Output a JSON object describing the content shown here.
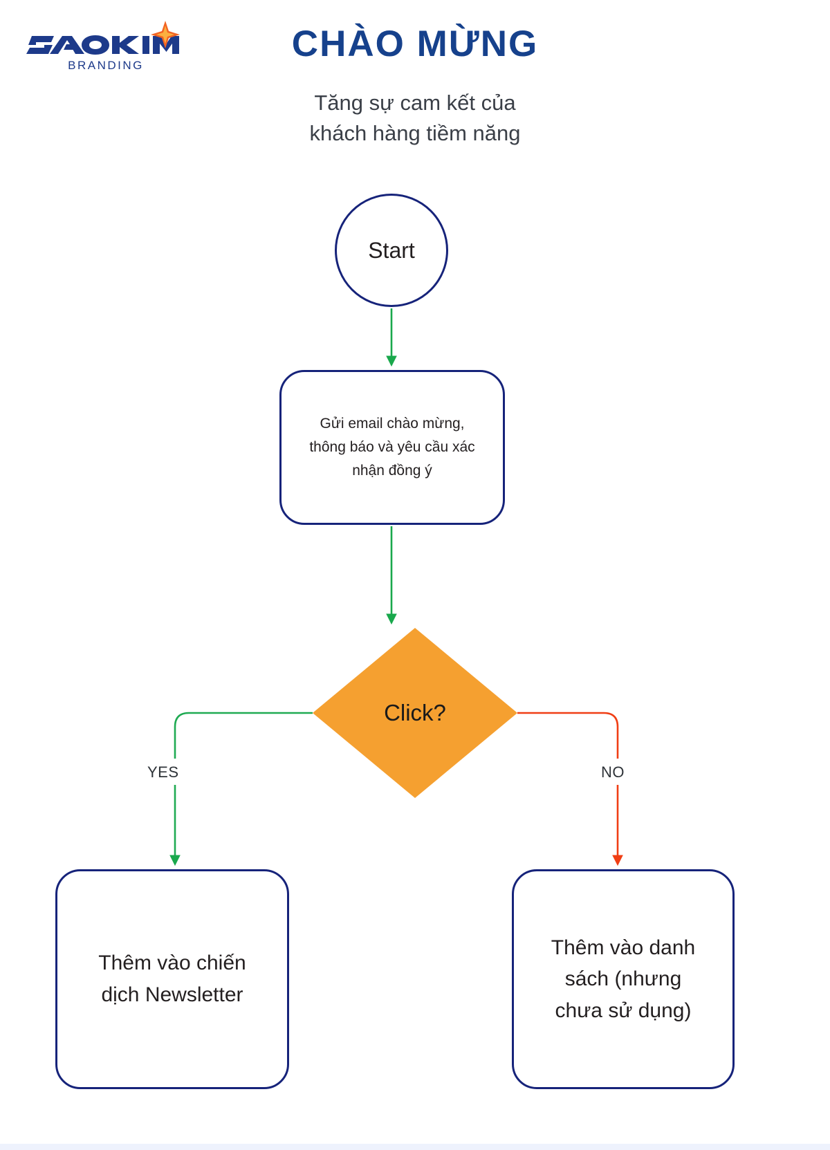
{
  "brand": {
    "logo_name": "SAOKIM",
    "logo_tagline": "BRANDING",
    "logo_mark": "four-pointed-star-icon",
    "logo_color": "#1d3a8a",
    "star_color": "#f26322"
  },
  "header": {
    "title": "CHÀO MỪNG",
    "subtitle_line1": "Tăng sự cam kết của",
    "subtitle_line2": "khách hàng tiềm năng",
    "title_color": "#16418c",
    "subtitle_color": "#3a3f47"
  },
  "chart_data": {
    "type": "diagram",
    "diagram_kind": "flowchart",
    "title": "CHÀO MỪNG",
    "subtitle": "Tăng sự cam kết của khách hàng tiềm năng",
    "orientation": "top-to-bottom",
    "nodes": [
      {
        "id": "start",
        "shape": "circle",
        "label": "Start",
        "fill": "#ffffff",
        "stroke": "#16237a",
        "text_color": "#231f20"
      },
      {
        "id": "process",
        "shape": "rounded-rect",
        "label": "Gửi email chào mừng, thông báo và yêu cầu xác nhận đồng ý",
        "fill": "#ffffff",
        "stroke": "#16237a",
        "text_color": "#231f20"
      },
      {
        "id": "decision",
        "shape": "diamond",
        "label": "Click?",
        "fill": "#f5a030",
        "stroke": "none",
        "text_color": "#1a1a1a"
      },
      {
        "id": "yes-box",
        "shape": "rounded-rect",
        "label": "Thêm vào chiến dịch Newsletter",
        "fill": "#ffffff",
        "stroke": "#16237a",
        "text_color": "#231f20"
      },
      {
        "id": "no-box",
        "shape": "rounded-rect",
        "label": "Thêm vào danh sách (nhưng chưa sử dụng)",
        "fill": "#ffffff",
        "stroke": "#16237a",
        "text_color": "#231f20"
      }
    ],
    "edges": [
      {
        "from": "start",
        "to": "process",
        "label": "",
        "color": "#19a84c",
        "arrow": true
      },
      {
        "from": "process",
        "to": "decision",
        "label": "",
        "color": "#19a84c",
        "arrow": true
      },
      {
        "from": "decision",
        "to": "yes-box",
        "label": "YES",
        "color": "#1faa52",
        "arrow": true
      },
      {
        "from": "decision",
        "to": "no-box",
        "label": "NO",
        "color": "#f03e14",
        "arrow": true
      }
    ],
    "legend": [],
    "colors": {
      "green": "#19a84c",
      "red": "#f03e14",
      "orange": "#f5a030",
      "navy": "#16237a"
    }
  },
  "nodes": {
    "start": {
      "label": "Start"
    },
    "process": {
      "line1": "Gửi email chào mừng,",
      "line2": "thông báo và yêu cầu xác",
      "line3": "nhận đồng ý"
    },
    "decision": {
      "label": "Click?"
    },
    "yes_box": {
      "line1": "Thêm vào chiến",
      "line2": "dịch Newsletter"
    },
    "no_box": {
      "line1": "Thêm vào danh",
      "line2": "sách (nhưng",
      "line3": "chưa sử dụng)"
    }
  },
  "edge_labels": {
    "yes": "YES",
    "no": "NO"
  }
}
